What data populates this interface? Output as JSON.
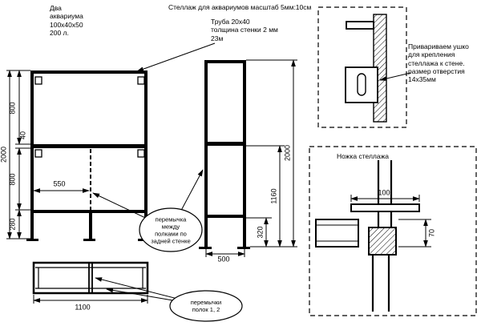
{
  "header": {
    "aquarium_note": "Два\nаквариума\n100x40x50\n200 л.",
    "title": "Стеллаж для аквариумов масштаб 5мм:10см",
    "tube_note": "Труба 20x40\nтолщина стенки 2 мм\n23м"
  },
  "front_view": {
    "overall": "2000",
    "top_section": "800",
    "rail": "40",
    "mid_section": "800",
    "leg": "280",
    "jumper_offset": "550",
    "width": "1100"
  },
  "side_view": {
    "overall": "2000",
    "mid_section": "1160",
    "leg": "320",
    "depth": "500"
  },
  "ear_detail": {
    "note": "Привариваем ушко\nдля крепления\nстеллажа к стене.\nразмер отверстия\n14x35мм"
  },
  "leg_detail": {
    "title": "Ножка стеллажа",
    "plate_width": "100",
    "tube_size": "70"
  },
  "callouts": {
    "back_jumper": "перемычка\nмежду\nполками по\nзадней стенке",
    "shelf_jumpers": "перемычки\nполок 1, 2"
  }
}
